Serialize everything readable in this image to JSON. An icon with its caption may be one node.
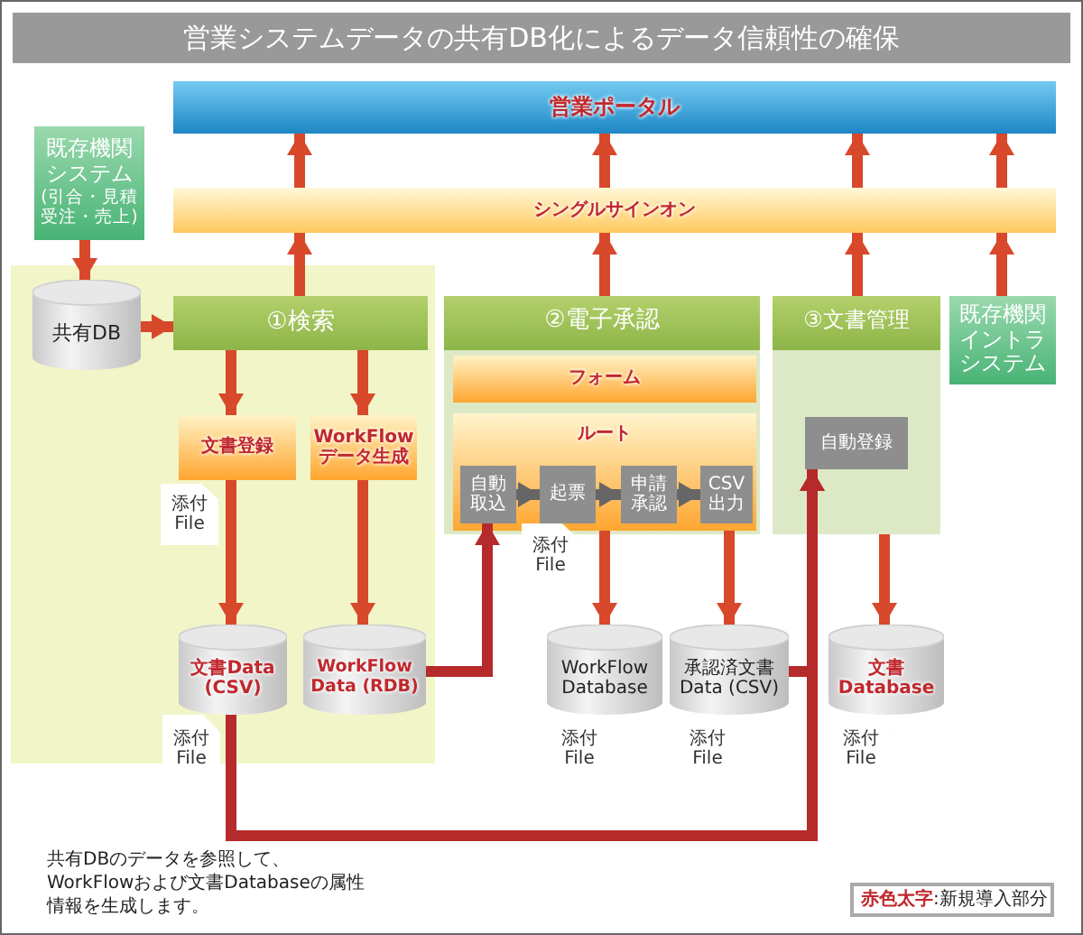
{
  "diagram": {
    "title": "営業システムデータの共有DB化によるデータ信頼性の確保",
    "nodes": [
      {
        "text": [
          "営業ポータル"
        ]
      },
      {
        "text": [
          "シングルサインオン"
        ]
      },
      {
        "text": [
          "既存機関システム",
          "(引合・見積受注・売上)"
        ]
      },
      {
        "text": [],
        "shape": "box"
      },
      {
        "text": [
          "共有DB"
        ],
        "in": 3
      },
      {
        "text": [
          "①検索"
        ],
        "in": 3
      },
      {
        "text": [
          "文書登録"
        ],
        "in": 3
      },
      {
        "text": [
          "WorkFlowデータ生成"
        ],
        "in": 3
      },
      {
        "text": [
          "文書Data (CSV)"
        ],
        "in": 3
      },
      {
        "text": [
          "添付File"
        ],
        "in": 3
      },
      {
        "text": [
          "WorkFlow Data (RDB)"
        ],
        "in": 3
      },
      {
        "text": [
          "添付File"
        ],
        "in": 3
      },
      {
        "text": [
          "②電子承認"
        ]
      },
      {
        "text": [
          "フォーム"
        ],
        "in": 12
      },
      {
        "text": [
          "ルート"
        ],
        "in": 12
      },
      {
        "text": [
          "自動取込"
        ],
        "in": 14
      },
      {
        "text": [
          "起票"
        ],
        "in": 14
      },
      {
        "text": [
          "申請承認"
        ],
        "in": 14
      },
      {
        "text": [
          "CSV出力"
        ],
        "in": 14
      },
      {
        "text": [
          "添付File"
        ]
      },
      {
        "text": [
          "WorkFlow Database"
        ]
      },
      {
        "text": [
          "添付File"
        ]
      },
      {
        "text": [
          "承認済文書Data (CSV)"
        ]
      },
      {
        "text": [
          "添付File"
        ]
      },
      {
        "text": [
          "③文書管理"
        ]
      },
      {
        "text": [
          "自動登録"
        ],
        "in": 24
      },
      {
        "text": [
          "文書Database"
        ]
      },
      {
        "text": [
          "添付File"
        ]
      },
      {
        "text": [
          "既存機関イントラシステム"
        ]
      }
    ],
    "edges": [
      {
        "from": 1,
        "to": 0,
        "arrow": "to"
      },
      {
        "from": 1,
        "to": 0,
        "arrow": "to"
      },
      {
        "from": 1,
        "to": 0,
        "arrow": "to"
      },
      {
        "from": 1,
        "to": 0,
        "arrow": "to"
      },
      {
        "from": 5,
        "to": 1,
        "arrow": "to"
      },
      {
        "from": 12,
        "to": 1,
        "arrow": "to"
      },
      {
        "from": 24,
        "to": 1,
        "arrow": "to"
      },
      {
        "from": 28,
        "to": 1,
        "arrow": "to"
      },
      {
        "from": 2,
        "to": 4,
        "arrow": "to"
      },
      {
        "from": 4,
        "to": 5,
        "arrow": "to"
      },
      {
        "from": 5,
        "to": 6,
        "arrow": "to"
      },
      {
        "from": 5,
        "to": 7,
        "arrow": "to"
      },
      {
        "from": 6,
        "to": 8,
        "arrow": "to"
      },
      {
        "from": 7,
        "to": 10,
        "arrow": "to"
      },
      {
        "from": 10,
        "to": 15,
        "arrow": "to",
        "color": "#b52a2a"
      },
      {
        "from": 8,
        "to": 25,
        "arrow": "to",
        "color": "#b52a2a"
      },
      {
        "from": 22,
        "to": 25,
        "arrow": "to",
        "color": "#b52a2a"
      },
      {
        "from": 14,
        "to": 20,
        "arrow": "to"
      },
      {
        "from": 14,
        "to": 22,
        "arrow": "to"
      },
      {
        "from": 24,
        "to": 26,
        "arrow": "to"
      },
      {
        "from": 15,
        "to": 16,
        "arrow": "to",
        "color": "#666666"
      },
      {
        "from": 16,
        "to": 17,
        "arrow": "to",
        "color": "#666666"
      },
      {
        "from": 17,
        "to": 18,
        "arrow": "to",
        "color": "#666666"
      }
    ],
    "labels": [
      "共有DBのデータを参照して、WorkFlowおよび文書Databaseの属性情報を生成します。",
      "**赤色太字**:新規導入部分"
    ]
  }
}
